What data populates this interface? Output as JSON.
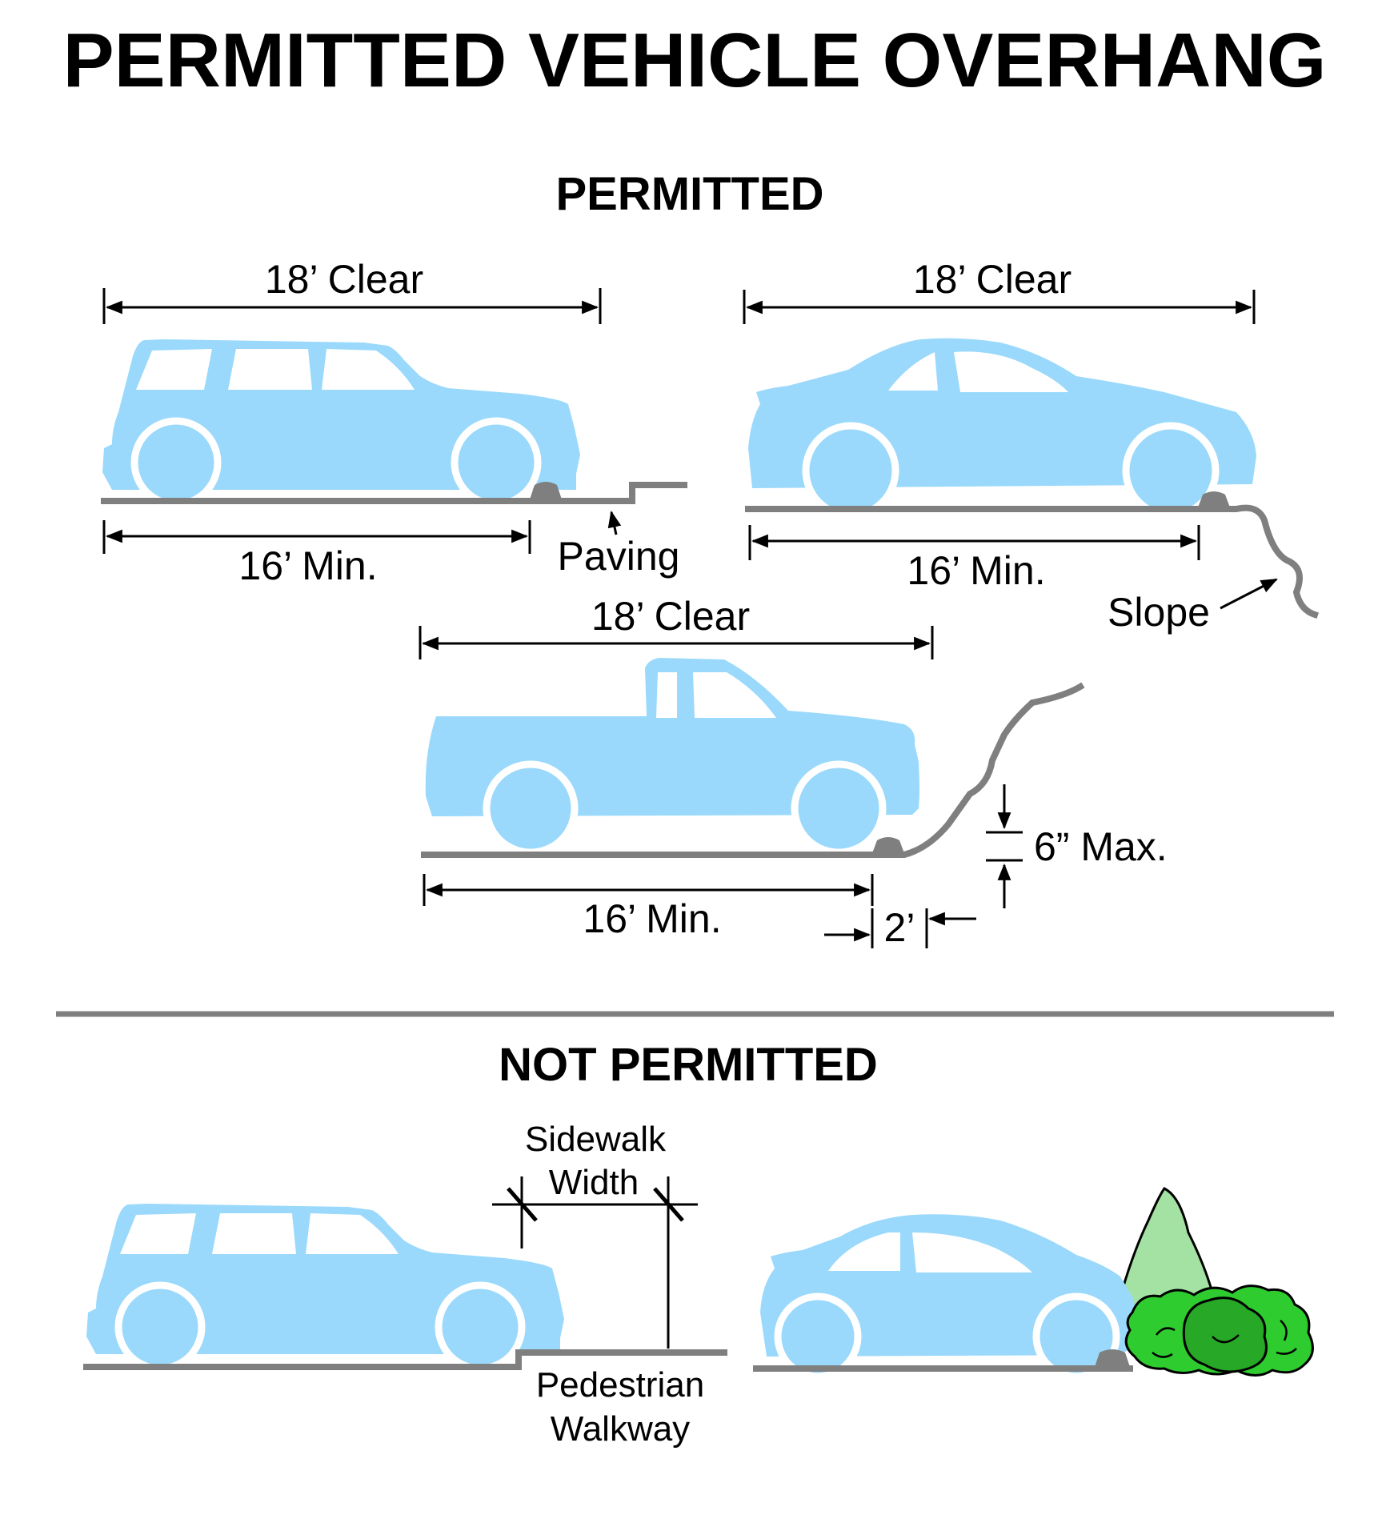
{
  "title": "PERMITTED VEHICLE OVERHANG",
  "permitted": {
    "heading": "PERMITTED",
    "example_suv": {
      "clear_label": "18’ Clear",
      "min_label": "16’ Min.",
      "edge_label": "Paving"
    },
    "example_sedan": {
      "clear_label": "18’ Clear",
      "min_label": "16’ Min.",
      "edge_label": "Slope"
    },
    "example_truck": {
      "clear_label": "18’ Clear",
      "min_label": "16’ Min.",
      "offset_label": "2’",
      "height_label": "6” Max."
    }
  },
  "not_permitted": {
    "heading": "NOT PERMITTED",
    "sidewalk_label_line1": "Sidewalk",
    "sidewalk_label_line2": "Width",
    "walkway_label_line1": "Pedestrian",
    "walkway_label_line2": "Walkway"
  },
  "colors": {
    "vehicle": "#9ad9fb",
    "ground": "#7f7f7f",
    "tree": "#a3e2a3",
    "shrub": "#2ecc2e",
    "shrub_dark": "#27a827"
  }
}
